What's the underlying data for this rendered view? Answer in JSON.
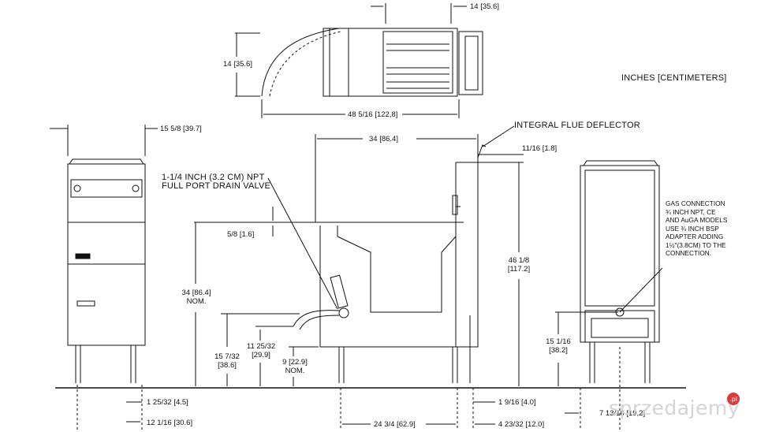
{
  "units_note": "INCHES [CENTIMETERS]",
  "top_view": {
    "depth_dim": "14 [35.6]",
    "width_dim": "48 5/16 [122,8]",
    "top_right_dim": "14 [35.6]"
  },
  "front_view": {
    "top_right_dim": "15 5/8 [39.7]",
    "bottom_dim_1": "1 25/32 [4.5]",
    "bottom_dim_2": "12 1/16 [30.6]"
  },
  "side_view": {
    "integral_flue_deflector": "INTEGRAL FLUE DEFLECTOR",
    "depth_dim": "34 [86.4]",
    "flue_dim": "11/16 [1.8]",
    "drain_valve": [
      "1-1/4 INCH (3.2 CM) NPT",
      "FULL PORT DRAIN VALVE"
    ],
    "dim_5_8": "5/8 [1.6]",
    "height_nom": [
      "34 [86.4]",
      "NOM."
    ],
    "height_total": [
      "46 1/8",
      "[117.2]"
    ],
    "dim_15_7_32": [
      "15 7/32",
      "[38.6]"
    ],
    "dim_11_25_32": [
      "11 25/32",
      "[29.9]"
    ],
    "dim_9": [
      "9 [22.9]",
      "NOM."
    ],
    "bottom_24_3_4": "24 3/4 [62.9]",
    "bottom_1_9_16": "1 9/16 [4.0]",
    "bottom_4_23_32": "4 23/32 [12.0]"
  },
  "rear_view": {
    "gas_connection_note": [
      "GAS  CONNECTION",
      "¾ INCH NPT, CE",
      "AND AuGA MODELS",
      "USE ¾ INCH BSP",
      "ADAPTER ADDING",
      "1½\"(3.8CM) TO THE",
      "CONNECTION."
    ],
    "dim_15_1_16": [
      "15 1/16",
      "[38.2]"
    ],
    "bottom_7_13_16": "7 13/16 [19,2]"
  },
  "watermark": {
    "text": "sprzedajemy",
    "badge": ".pl"
  }
}
